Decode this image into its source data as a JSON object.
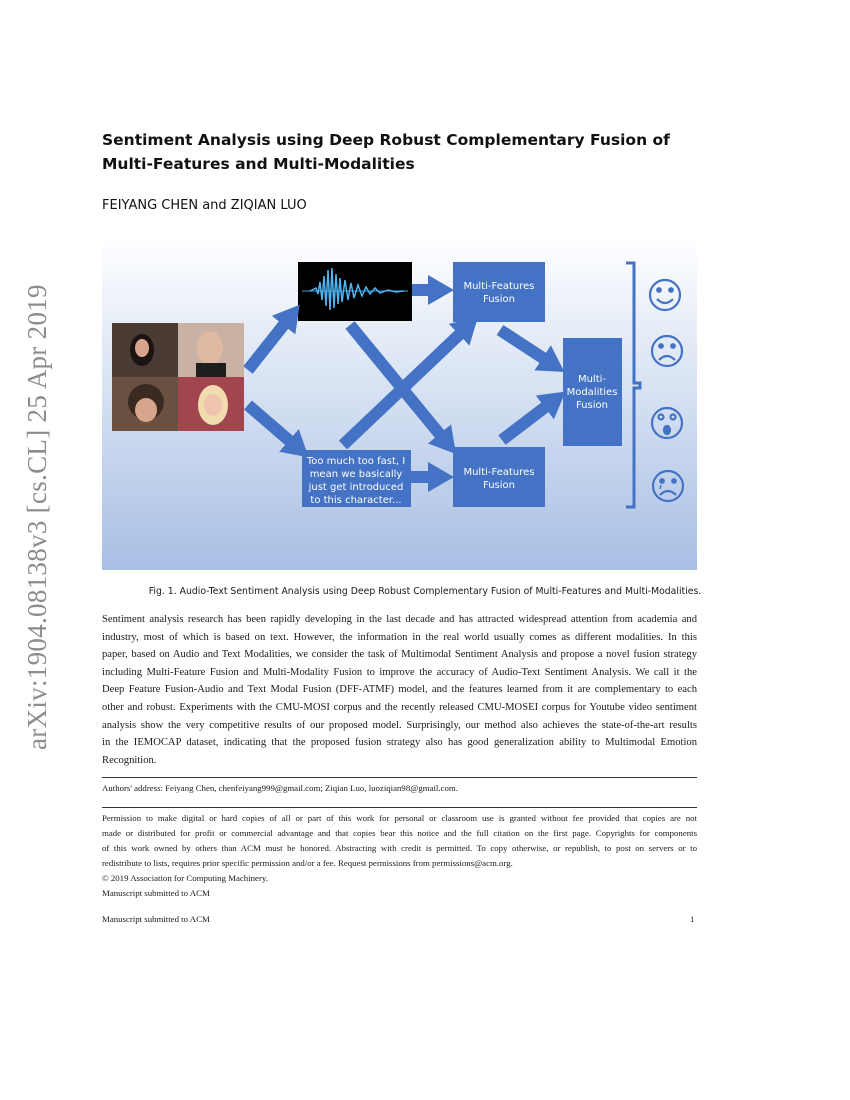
{
  "side_label": "arXiv:1904.08138v3  [cs.CL]  25 Apr 2019",
  "title_lines": [
    "Sentiment Analysis using Deep Robust Complementary Fusion of",
    "Multi-Features and Multi-Modalities"
  ],
  "authors": "FEIYANG CHEN and ZIQIAN LUO",
  "figure": {
    "text_box": [
      "Too much too fast, I",
      "mean we basically",
      "just get introduced",
      "to this character..."
    ],
    "mff_top": [
      "Multi-Features",
      "Fusion"
    ],
    "mff_bottom": [
      "Multi-Features",
      "Fusion"
    ],
    "mmf": [
      "Multi-",
      "Modalities",
      "Fusion"
    ],
    "faces": [
      "happy-face-icon",
      "sad-face-icon",
      "surprised-face-icon",
      "crying-face-icon"
    ],
    "accent": "#4472c4"
  },
  "caption": "Fig. 1.  Audio-Text Sentiment Analysis using Deep Robust Complementary Fusion of Multi-Features and Multi-Modalities.",
  "abstract_lines": [
    "Sentiment analysis research has been rapidly developing in the last decade and has attracted widespread attention from academia and",
    "industry, most of which is based on text. However, the information in the real world usually comes as different modalities. In this",
    "paper, based on Audio and Text Modalities, we consider the task of Multimodal Sentiment Analysis and propose a novel fusion strategy",
    "including Multi-Feature Fusion and Multi-Modality Fusion to improve the accuracy of Audio-Text Sentiment Analysis. We call it the",
    "Deep Feature Fusion-Audio and Text Modal Fusion (DFF-ATMF) model, and the features learned from it are complementary to each",
    "other and robust. Experiments with the CMU-MOSI corpus and the recently released CMU-MOSEI corpus for Youtube video sentiment",
    "analysis show the very competitive results of our proposed model. Surprisingly, our method also achieves the state-of-the-art results",
    "in the IEMOCAP dataset, indicating that the proposed fusion strategy also has good generalization ability to Multimodal Emotion",
    "Recognition."
  ],
  "authors_address": "Authors' address: Feiyang Chen, chenfeiyang999@gmail.com; Ziqian Luo, luoziqian98@gmail.com.",
  "permission_lines": [
    "Permission to make digital or hard copies of all or part of this work for personal or classroom use is granted without fee provided that copies are not",
    "made or distributed for profit or commercial advantage and that copies bear this notice and the full citation on the first page. Copyrights for components",
    "of this work owned by others than ACM must be honored. Abstracting with credit is permitted. To copy otherwise, or republish, to post on servers or to",
    "redistribute to lists, requires prior specific permission and/or a fee. Request permissions from permissions@acm.org.",
    "© 2019 Association for Computing Machinery.",
    "Manuscript submitted to ACM"
  ],
  "footer": {
    "left": "Manuscript submitted to ACM",
    "page_number": "1"
  }
}
